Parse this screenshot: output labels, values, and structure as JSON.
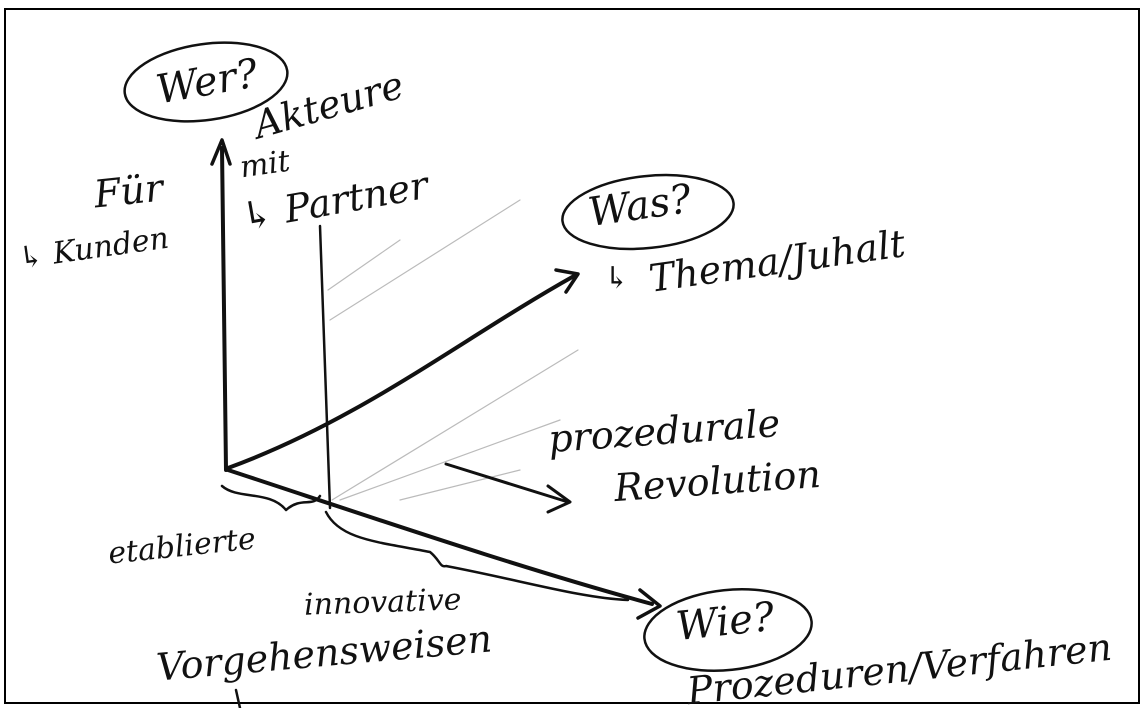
{
  "axes": {
    "vertical": {
      "question": "Wer?",
      "label": "Akteure"
    },
    "diagonal": {
      "question": "Was?",
      "label": "Thema/Juhalt"
    },
    "horizontal": {
      "question": "Wie?",
      "label": "Prozeduren/Verfahren"
    }
  },
  "labels": {
    "fuer": "Für",
    "kunden": "↳ Kunden",
    "mit": "mit",
    "partner": "↳ Partner",
    "thema_arrow": "↳",
    "prozedurale": "prozedurale",
    "revolution": "Revolution",
    "etablierte": "etablierte",
    "innovative": "innovative",
    "vorgehensweisen": "Vorgehensweisen"
  }
}
